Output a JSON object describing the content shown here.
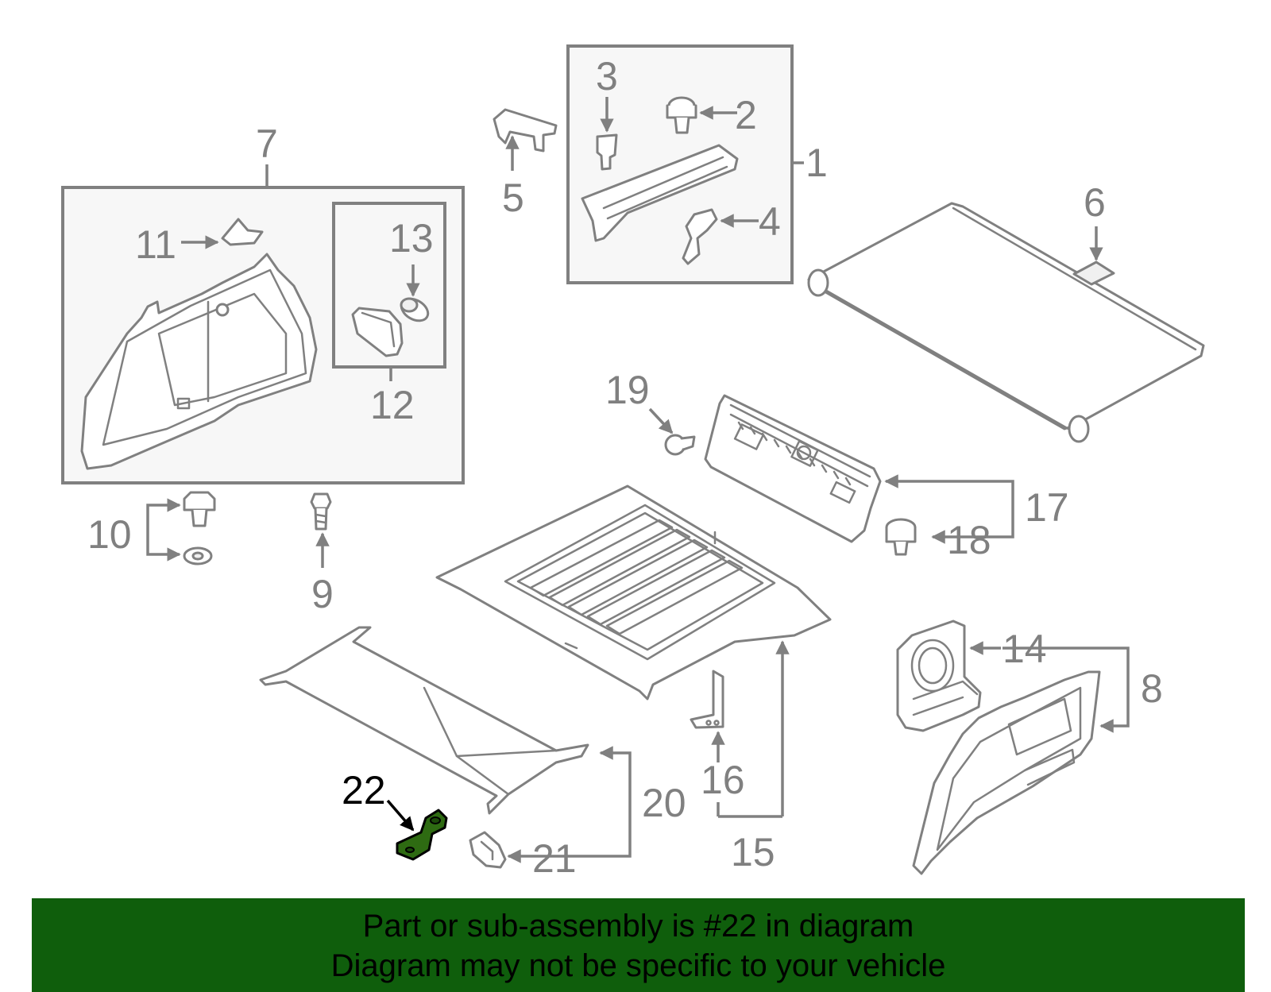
{
  "callouts": {
    "c1": "1",
    "c2": "2",
    "c3": "3",
    "c4": "4",
    "c5": "5",
    "c6": "6",
    "c7": "7",
    "c8": "8",
    "c9": "9",
    "c10": "10",
    "c11": "11",
    "c12": "12",
    "c13": "13",
    "c14": "14",
    "c15": "15",
    "c16": "16",
    "c17": "17",
    "c18": "18",
    "c19": "19",
    "c20": "20",
    "c21": "21",
    "c22": "22"
  },
  "highlight": {
    "part": "22",
    "color": "#2e6b12"
  },
  "banner": {
    "line1": "Part or sub-assembly is #22 in diagram",
    "line2": "Diagram may not be specific to your vehicle",
    "color": "#0f5e0c"
  }
}
